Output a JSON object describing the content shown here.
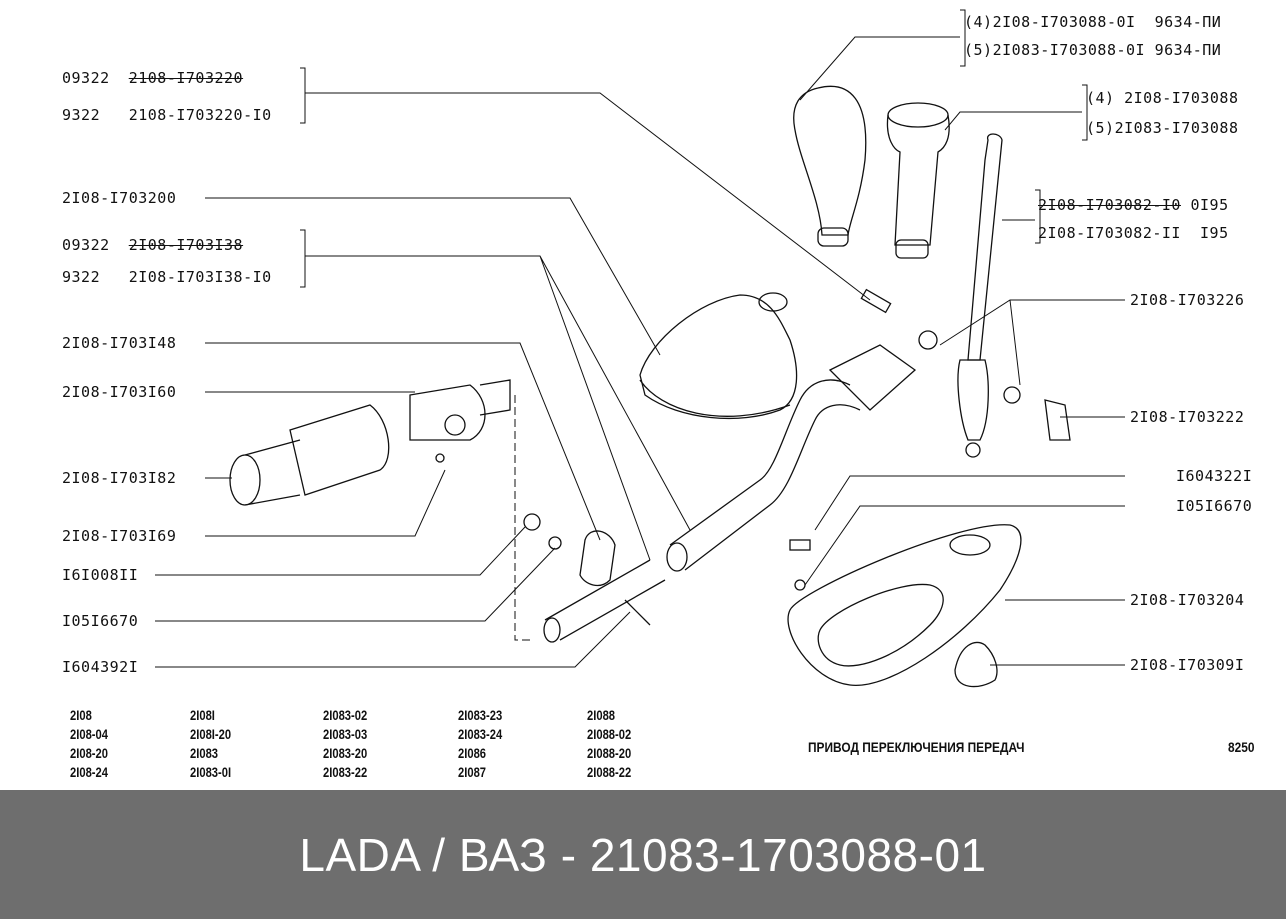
{
  "left_labels": {
    "l1a_code": "09322",
    "l1a_part": "2108-I703220",
    "l1b_code": "9322",
    "l1b_part": "2108-I703220-I0",
    "l2": "2I08-I703200",
    "l3a_code": "09322",
    "l3a_part": "2I08-I703I38",
    "l3b_code": "9322",
    "l3b_part": "2I08-I703I38-I0",
    "l4": "2I08-I703I48",
    "l5": "2I08-I703I60",
    "l6": "2I08-I703I82",
    "l7": "2I08-I703I69",
    "l8": "I6I008II",
    "l9": "I05I6670",
    "l10": "I604392I"
  },
  "right_labels": {
    "knob_a1": "(4)2I08-I703088-0I  9634-ПИ",
    "knob_a2": "(5)2I083-I703088-0I 9634-ПИ",
    "knob_b1": "(4) 2I08-I703088",
    "knob_b2": "(5)2I083-I703088",
    "lever_old": "2I08-I703082-I0",
    "lever_old_suffix": " 0I95",
    "lever_new": "2I08-I703082-II  I95",
    "r1": "2I08-I703226",
    "r2": "2I08-I703222",
    "r3": "I604322I",
    "r4": "I05I6670",
    "r5": "2I08-I703204",
    "r6": "2I08-I70309I"
  },
  "models": [
    [
      "2I08",
      "2I08-04",
      "2I08-20",
      "2I08-24"
    ],
    [
      "2I08I",
      "2I08I-20",
      "2I083",
      "2I083-0I"
    ],
    [
      "2I083-02",
      "2I083-03",
      "2I083-20",
      "2I083-22"
    ],
    [
      "2I083-23",
      "2I083-24",
      "2I086",
      "2I087"
    ],
    [
      "2I088",
      "2I088-02",
      "2I088-20",
      "2I088-22"
    ]
  ],
  "diagram_title": "ПРИВОД ПЕРЕКЛЮЧЕНИЯ ПЕРЕДАЧ",
  "page_number": "8250",
  "banner": "LADA / ВАЗ - 21083-1703088-01"
}
